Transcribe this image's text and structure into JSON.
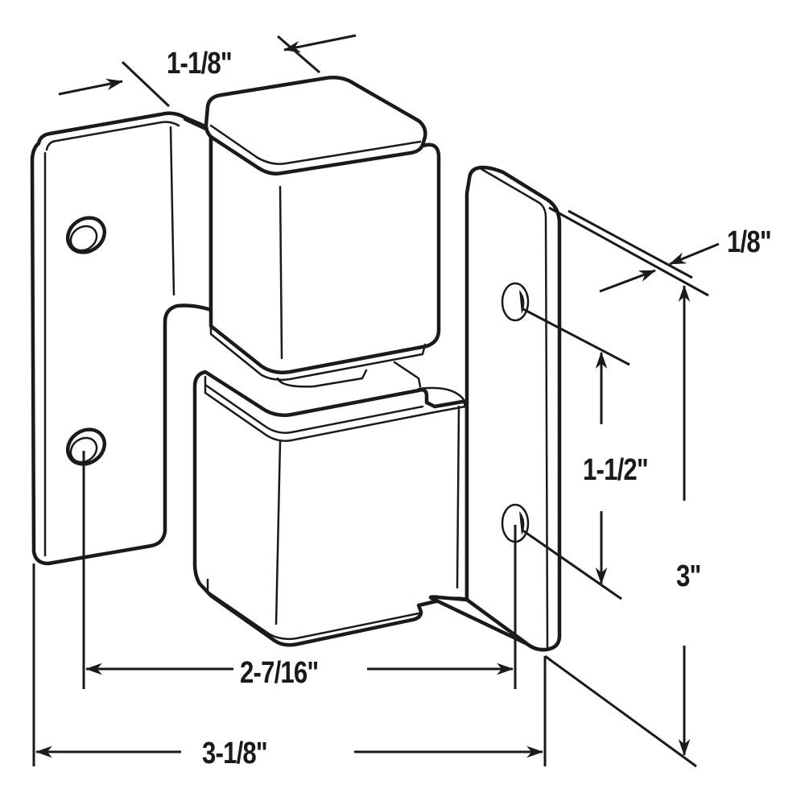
{
  "diagram": {
    "subject": "Pivot hinge with two mounting leaves and square knuckles",
    "line_color": "#1a1a1a",
    "background": "#ffffff",
    "parts": [
      {
        "name": "left-leaf",
        "holes": 2
      },
      {
        "name": "upper-knuckle"
      },
      {
        "name": "lower-knuckle"
      },
      {
        "name": "right-leaf",
        "holes": 2
      }
    ]
  },
  "dimensions": {
    "knuckle_width": "1-1/8\"",
    "leaf_thickness": "1/8\"",
    "hole_spacing": "1-1/2\"",
    "leaf_height": "3\"",
    "hole_center_span": "2-7/16\"",
    "overall_width": "3-1/8\""
  }
}
